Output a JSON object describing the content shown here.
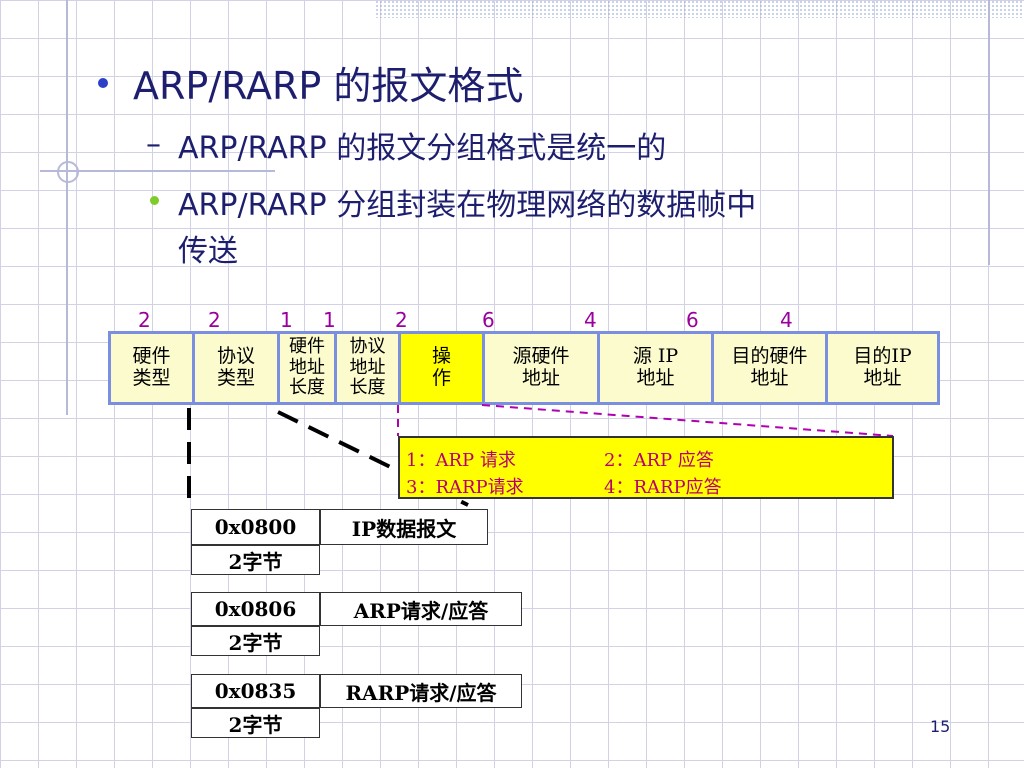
{
  "title": "ARP/RARP 的报文格式",
  "bullets": [
    "ARP/RARP 的报文分组格式是统一的",
    "ARP/RARP 分组封装在物理网络的数据帧中",
    "传送"
  ],
  "colors": {
    "text": "#1d1f6e",
    "bullet_blue": "#2b3fc8",
    "bullet_green": "#7ecb2a",
    "field_border": "#7b8fe0",
    "field_fill": "#fbfbcd",
    "highlight": "#ffff00",
    "number_color": "#9b009b",
    "op_text": "#b8006e"
  },
  "field_sizes": [
    "2",
    "2",
    "1",
    "1",
    "2",
    "6",
    "4",
    "6",
    "4"
  ],
  "fields": [
    {
      "line1": "硬件",
      "line2": "类型",
      "line3": ""
    },
    {
      "line1": "协议",
      "line2": "类型",
      "line3": ""
    },
    {
      "line1": "硬件",
      "line2": "地址",
      "line3": "长度"
    },
    {
      "line1": "协议",
      "line2": "地址",
      "line3": "长度"
    },
    {
      "line1": "操",
      "line2": "作",
      "line3": ""
    },
    {
      "line1": "源硬件",
      "line2": "地址",
      "line3": ""
    },
    {
      "line1": "源 IP",
      "line2": "地址",
      "line3": ""
    },
    {
      "line1": "目的硬件",
      "line2": "地址",
      "line3": ""
    },
    {
      "line1": "目的IP",
      "line2": "地址",
      "line3": ""
    }
  ],
  "operations": [
    "1：ARP 请求",
    "2：ARP 应答",
    "3：RARP请求",
    "4：RARP应答"
  ],
  "frame_types": [
    {
      "code": "0x0800",
      "size": "2字节",
      "payload": "IP数据报文"
    },
    {
      "code": "0x0806",
      "size": "2字节",
      "payload": "ARP请求/应答"
    },
    {
      "code": "0x0835",
      "size": "2字节",
      "payload": "RARP请求/应答"
    }
  ],
  "page_number": "15"
}
